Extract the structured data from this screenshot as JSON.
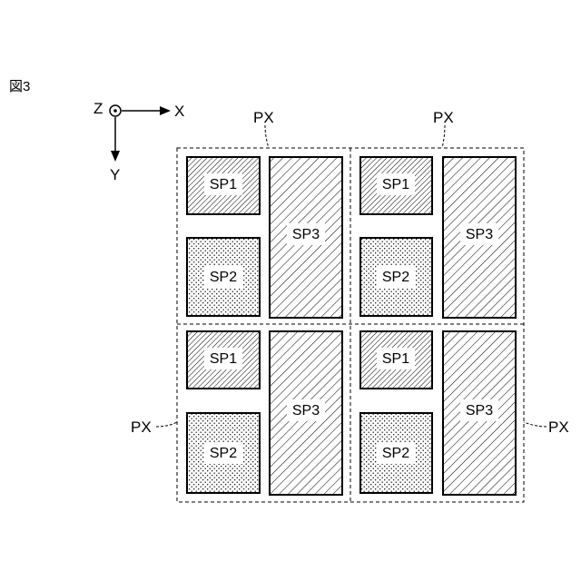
{
  "figure": {
    "label": "図3"
  },
  "axes": {
    "z": "Z",
    "x": "X",
    "y": "Y"
  },
  "pixel_label": "PX",
  "subpixels": {
    "sp1": "SP1",
    "sp2": "SP2",
    "sp3": "SP3"
  },
  "layout": {
    "rows": 2,
    "cols": 2,
    "pixel_labels": [
      "top-left-pixel",
      "top-right-pixel",
      "bottom-left-pixel",
      "bottom-right-pixel"
    ]
  }
}
